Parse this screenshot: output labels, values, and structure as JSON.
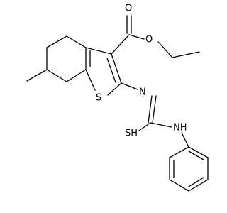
{
  "molecule": {
    "atoms": {
      "carbonyl_o": "O",
      "ester_o": "O",
      "ring_s": "S",
      "imine_n": "N",
      "thiol": "SH",
      "amine": "NH"
    }
  }
}
